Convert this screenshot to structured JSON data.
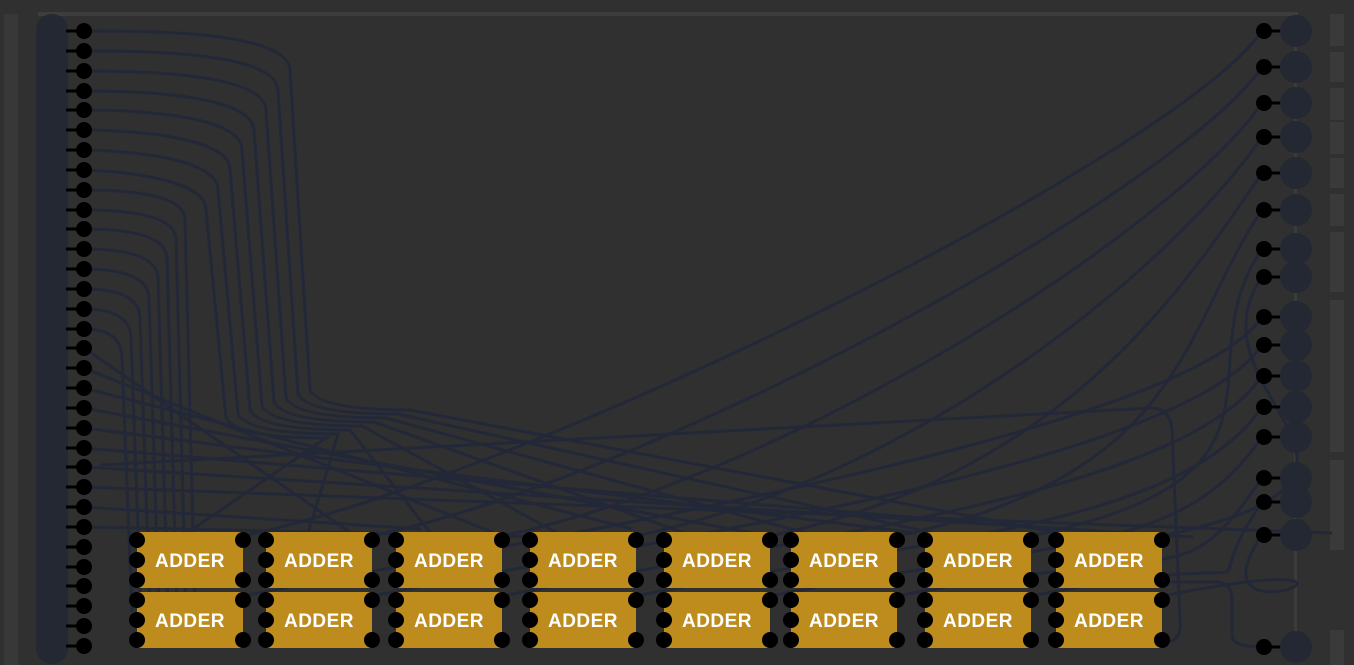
{
  "chip_label": "ADDER",
  "colors": {
    "background": "#303030",
    "wire": "#232838",
    "chip_fill": "#bd8c1c",
    "pin": "#000000",
    "io_node": "#232832"
  },
  "left_input_pins": 32,
  "right_output_pins": 17,
  "adders": [
    {
      "row": 1,
      "col": 1
    },
    {
      "row": 1,
      "col": 2
    },
    {
      "row": 1,
      "col": 3
    },
    {
      "row": 1,
      "col": 4
    },
    {
      "row": 1,
      "col": 5
    },
    {
      "row": 1,
      "col": 6
    },
    {
      "row": 1,
      "col": 7
    },
    {
      "row": 1,
      "col": 8
    },
    {
      "row": 2,
      "col": 1
    },
    {
      "row": 2,
      "col": 2
    },
    {
      "row": 2,
      "col": 3
    },
    {
      "row": 2,
      "col": 4
    },
    {
      "row": 2,
      "col": 5
    },
    {
      "row": 2,
      "col": 6
    },
    {
      "row": 2,
      "col": 7
    },
    {
      "row": 2,
      "col": 8
    }
  ]
}
